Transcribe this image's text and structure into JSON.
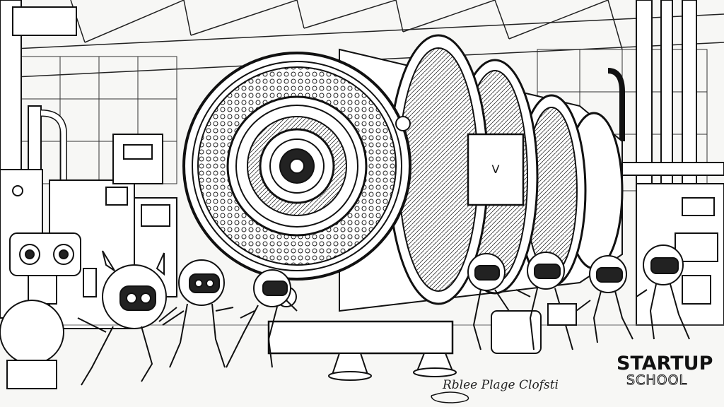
{
  "logo": {
    "line1": "STARTUP",
    "line2": "SCHOOL"
  },
  "signature": "Rblee Plage Clofsti",
  "machine_panel_glyph": "V",
  "colors": {
    "ink": "#111111",
    "paper": "#f7f7f5",
    "shade": "#d9d9d6"
  }
}
